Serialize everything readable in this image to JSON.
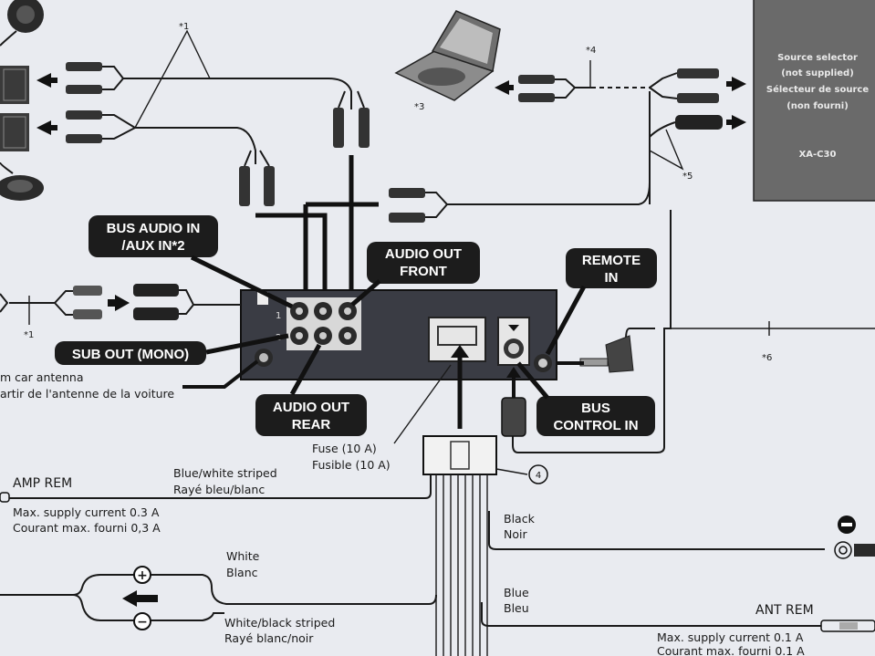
{
  "diagram": {
    "callouts": {
      "bus_audio_in": [
        "BUS AUDIO IN",
        "/AUX IN*2"
      ],
      "audio_out_front": [
        "AUDIO OUT",
        "FRONT"
      ],
      "remote_in": [
        "REMOTE",
        "IN"
      ],
      "sub_out": "SUB OUT (MONO)",
      "audio_out_rear": [
        "AUDIO OUT",
        "REAR"
      ],
      "bus_control_in": [
        "BUS",
        "CONTROL IN"
      ]
    },
    "source_selector": {
      "lines": [
        "Source selector",
        "(not supplied)",
        "Sélecteur de source",
        "(non fourni)"
      ],
      "model": "XA-C30"
    },
    "antenna": [
      "m car antenna",
      "artir de l'antenne de la voiture"
    ],
    "fuse": [
      "Fuse (10 A)",
      "Fusible (10 A)"
    ],
    "amp_rem": {
      "title": "AMP REM",
      "lines": [
        "Max. supply current 0.3 A",
        "Courant max. fourni 0,3 A"
      ]
    },
    "ant_rem": {
      "title": "ANT REM",
      "lines": [
        "Max. supply current 0.1 A",
        "Courant max. fourni 0.1 A"
      ]
    },
    "wires": {
      "blue_white": [
        "Blue/white striped",
        "Rayé bleu/blanc"
      ],
      "black": [
        "Black",
        "Noir"
      ],
      "white": [
        "White",
        "Blanc"
      ],
      "blue": [
        "Blue",
        "Bleu"
      ],
      "white_black": [
        "White/black striped",
        "Rayé blanc/noir"
      ]
    },
    "footnotes": {
      "n1a": "*1",
      "n1b": "*1",
      "n3": "*3",
      "n4": "*4",
      "n5": "*5",
      "n6": "*6"
    },
    "numbers": {
      "channel_1": "1",
      "channel_2": "2",
      "harness": "4"
    },
    "symbols": {
      "plus": "+",
      "minus": "−"
    }
  }
}
